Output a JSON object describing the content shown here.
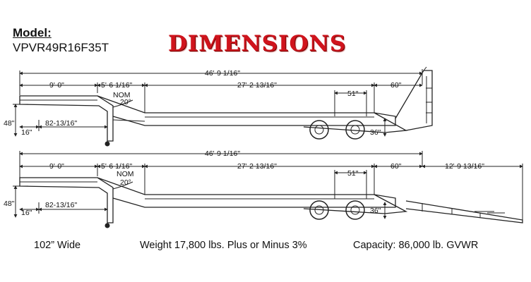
{
  "header": {
    "model_label": "Model:",
    "model_value": "VPVR49R16F35T",
    "title": "DIMENSIONS"
  },
  "top_view": {
    "overall_length": "46'-9 1/16\"",
    "gooseneck_length": "9'-0\"",
    "neck_drop": "5'-6 1/16\"",
    "nom": "NOM",
    "angle": "20°",
    "deck_length": "27'-2 13/16\"",
    "axle_spread": "51\"",
    "rear_section": "60\"",
    "deck_height_rear": "36\"",
    "front_height": "48\"",
    "kingpin_setback": "16\"",
    "kingpin_to_neck": "82-13/16\""
  },
  "bottom_view": {
    "overall_length": "46'-9 1/16\"",
    "gooseneck_length": "9'-0\"",
    "neck_drop": "5'-6 1/16\"",
    "nom": "NOM",
    "angle": "20°",
    "deck_length": "27'-2 13/16\"",
    "axle_spread": "51\"",
    "rear_section": "60\"",
    "ramp_length": "12'-9 13/16\"",
    "deck_height_rear": "36\"",
    "front_height": "48\"",
    "kingpin_setback": "16\"",
    "kingpin_to_neck": "82-13/16\""
  },
  "footer": {
    "width": "102” Wide",
    "weight": "Weight 17,800 lbs. Plus or Minus 3%",
    "capacity": "Capacity: 86,000 lb. GVWR"
  },
  "colors": {
    "title": "#d0141d",
    "line": "#222222"
  }
}
